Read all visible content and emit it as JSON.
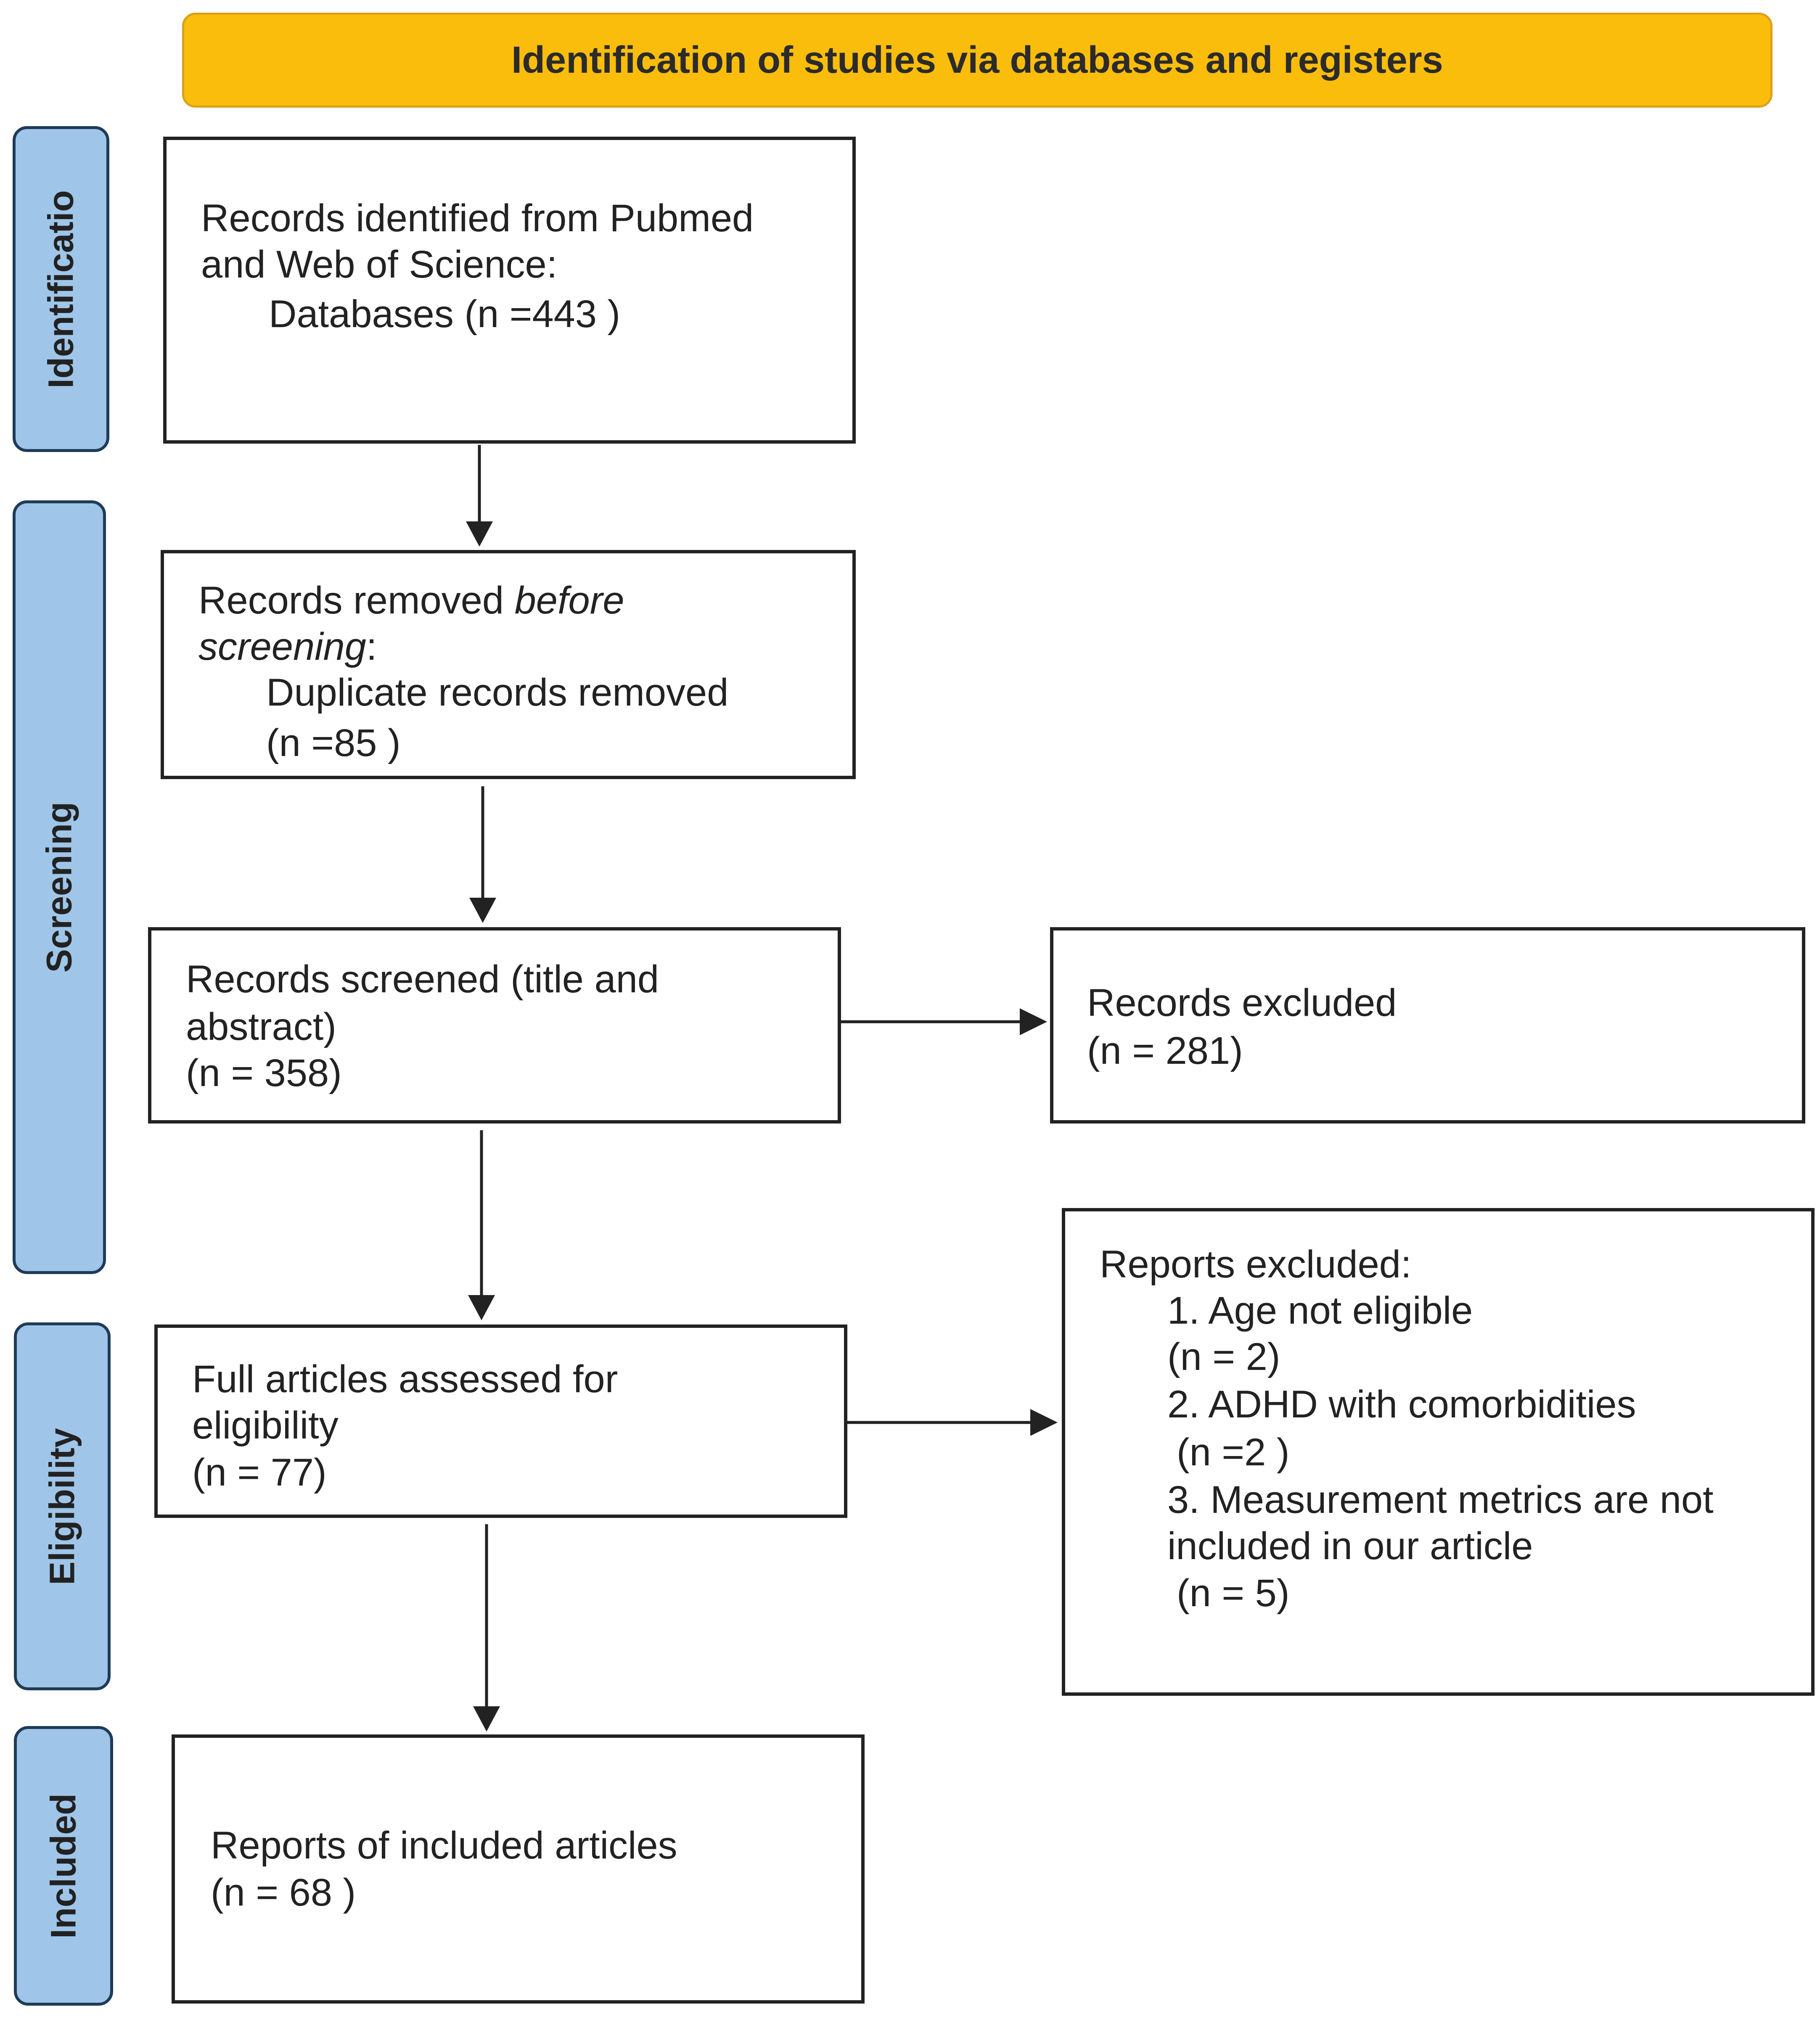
{
  "header": {
    "title": "Identification of studies via databases and registers"
  },
  "stages": {
    "identification": "Identificatio",
    "screening": "Screening",
    "eligibility": "Eligibility",
    "included": "Included"
  },
  "identified": {
    "line1": "Records identified from Pubmed",
    "line2": "and Web of Science:",
    "line3": "Databases (n =443 )"
  },
  "removed": {
    "line1_a": "Records removed ",
    "line1_b": "before",
    "line2_a": "screening",
    "line2_b": ":",
    "line3": "Duplicate records removed",
    "line4": "(n =85 )"
  },
  "screened": {
    "line1": "Records screened (title and",
    "line2": "abstract)",
    "line3": "(n = 358)"
  },
  "excluded": {
    "line1": "Records excluded",
    "line2": "(n = 281)"
  },
  "assessed": {
    "line1": "Full articles assessed for",
    "line2": "eligibility",
    "line3": "(n = 77)"
  },
  "reports_excluded": {
    "title": "Reports excluded:",
    "item1": "1. Age not eligible",
    "item1_n": "(n = 2)",
    "item2": "2. ADHD with comorbidities",
    "item2_n": "(n =2 )",
    "item3_a": "3. Measurement metrics are not",
    "item3_b": "included in our article",
    "item3_n": "(n = 5)"
  },
  "included": {
    "line1": "Reports of included articles",
    "line2": "(n = 68 )"
  },
  "colors": {
    "header_fill": "#fbbd0b",
    "stage_fill": "#9fc5e8",
    "stage_border": "#1f3b57",
    "box_border": "#222222"
  }
}
